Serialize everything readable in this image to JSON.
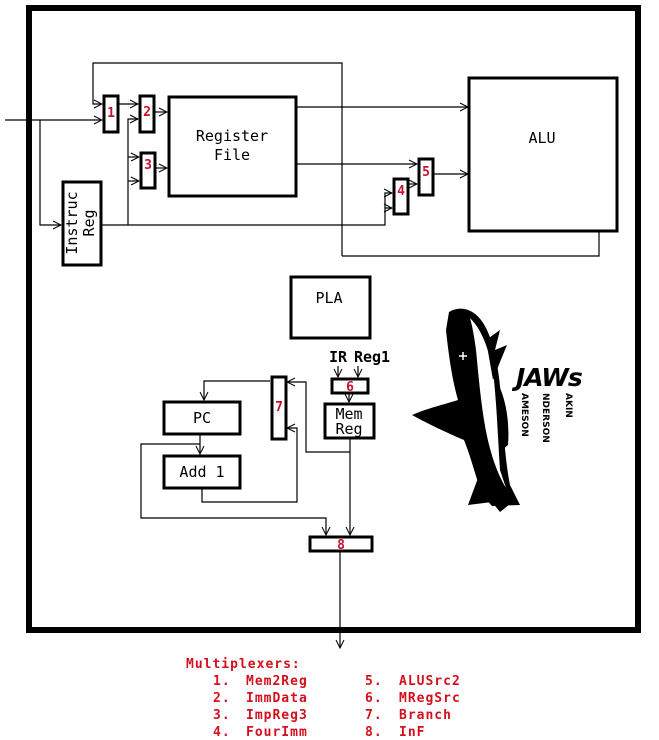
{
  "diagram": {
    "title_logo": "JAWs",
    "logo_authors": [
      "AMESON",
      "NDERSON",
      "AKIN"
    ],
    "components": {
      "register_file": [
        "Register",
        "File"
      ],
      "alu": "ALU",
      "instruction_register": [
        "Instruc",
        "Reg"
      ],
      "pla": "PLA",
      "pc": "PC",
      "adder": "Add 1",
      "mem_reg": [
        "Mem",
        "Reg"
      ],
      "mux6_inputs": [
        "IR",
        "Reg1"
      ]
    },
    "muxes": [
      "1",
      "2",
      "3",
      "4",
      "5",
      "6",
      "7",
      "8"
    ],
    "legend": {
      "title": "Multiplexers:",
      "items": [
        {
          "num": "1.",
          "name": "Mem2Reg"
        },
        {
          "num": "2.",
          "name": "ImmData"
        },
        {
          "num": "3.",
          "name": "ImpReg3"
        },
        {
          "num": "4.",
          "name": "FourImm"
        },
        {
          "num": "5.",
          "name": "ALUSrc2"
        },
        {
          "num": "6.",
          "name": "MRegSrc"
        },
        {
          "num": "7.",
          "name": "Branch"
        },
        {
          "num": "8.",
          "name": "InF"
        }
      ]
    },
    "colors": {
      "line": "#000000",
      "mux_label": "#c8102e",
      "legend_text": "#d4101e",
      "background": "#ffffff"
    }
  }
}
